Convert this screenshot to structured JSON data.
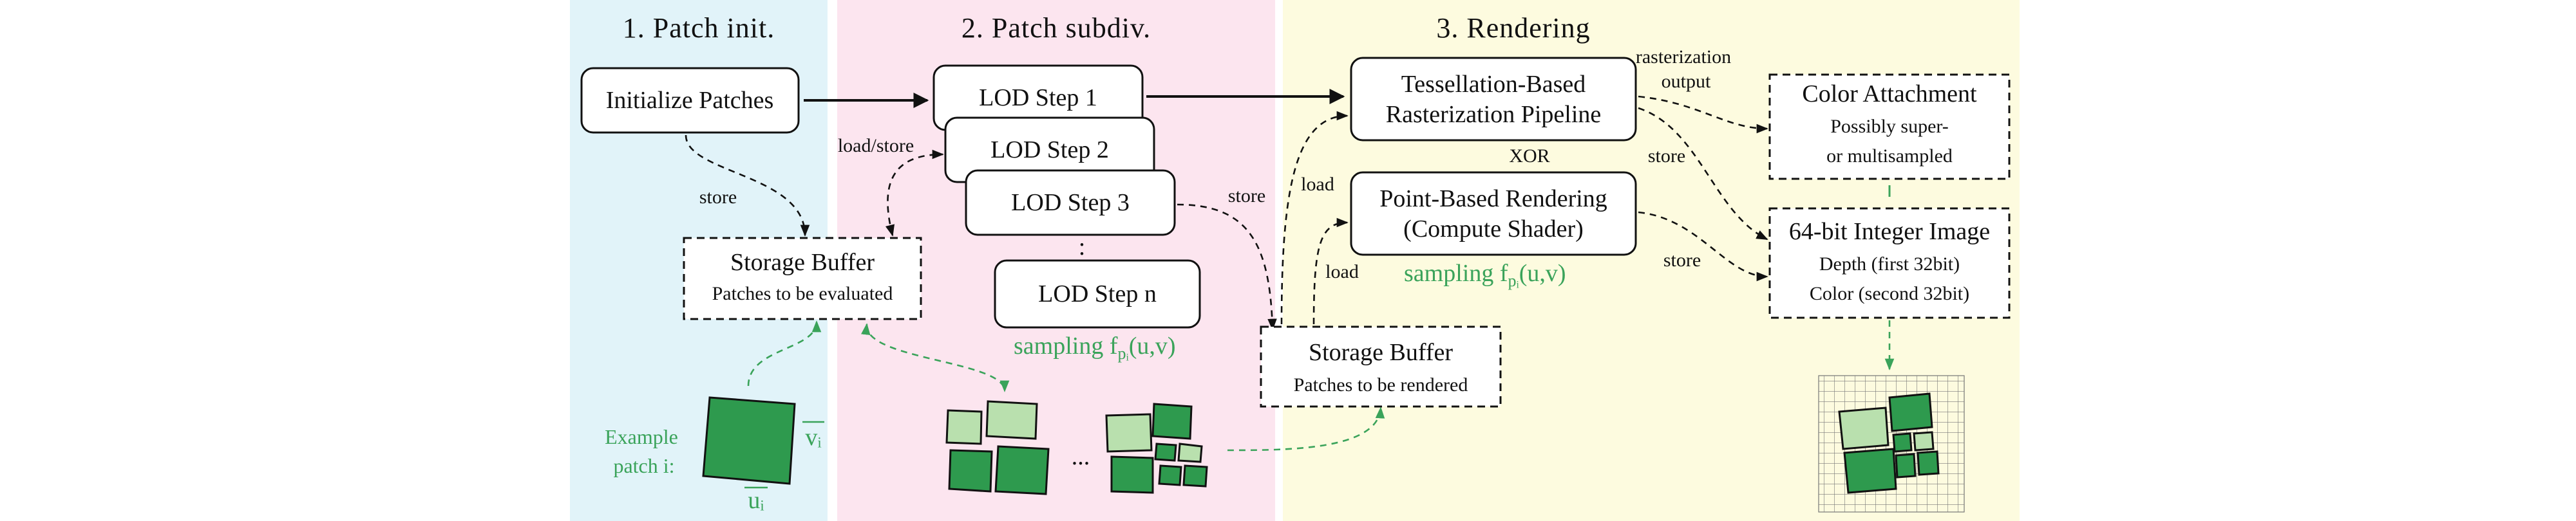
{
  "sections": {
    "init": {
      "title": "1. Patch init.",
      "bg": "#e1f3f9"
    },
    "subdiv": {
      "title": "2. Patch subdiv.",
      "bg": "#fce5ef"
    },
    "rendering": {
      "title": "3. Rendering",
      "bg": "#fdfbdf"
    }
  },
  "nodes": {
    "init_patches": "Initialize Patches",
    "storage_eval_title": "Storage Buffer",
    "storage_eval_sub": "Patches to be evaluated",
    "lod1": "LOD Step 1",
    "lod2": "LOD Step 2",
    "lod3": "LOD Step 3",
    "lod_dots": ":",
    "lodn": "LOD Step n",
    "storage_render_title": "Storage Buffer",
    "storage_render_sub": "Patches to be rendered",
    "tess_line1": "Tessellation-Based",
    "tess_line2": "Rasterization Pipeline",
    "xor": "XOR",
    "point_line1": "Point-Based Rendering",
    "point_line2": "(Compute Shader)",
    "color_title": "Color Attachment",
    "color_sub1": "Possibly super-",
    "color_sub2": "or multisampled",
    "int_title": "64-bit Integer Image",
    "int_sub1": "Depth (first 32bit)",
    "int_sub2": "Color (second 32bit)"
  },
  "labels": {
    "store": "store",
    "load_store": "load/store",
    "store_lod3": "store",
    "load_tess": "load",
    "load_point": "load",
    "raster_output_1": "rasterization",
    "raster_output_2": "output",
    "store_tess": "store",
    "store_point": "store",
    "sampling_lod": "sampling f",
    "sampling_lod_sub": "pᵢ",
    "sampling_lod_args": "(u,v)",
    "sampling_point": "sampling f",
    "sampling_point_sub": "pᵢ",
    "sampling_point_args": "(u,v)",
    "example_1": "Example",
    "example_2": "patch i:",
    "u_label": "uᵢ",
    "v_label": "vᵢ",
    "ellipsis": "..."
  },
  "colors": {
    "green": "#3aa35a",
    "patch_dark": "#2e9a4e",
    "patch_light": "#b9e0ae"
  }
}
